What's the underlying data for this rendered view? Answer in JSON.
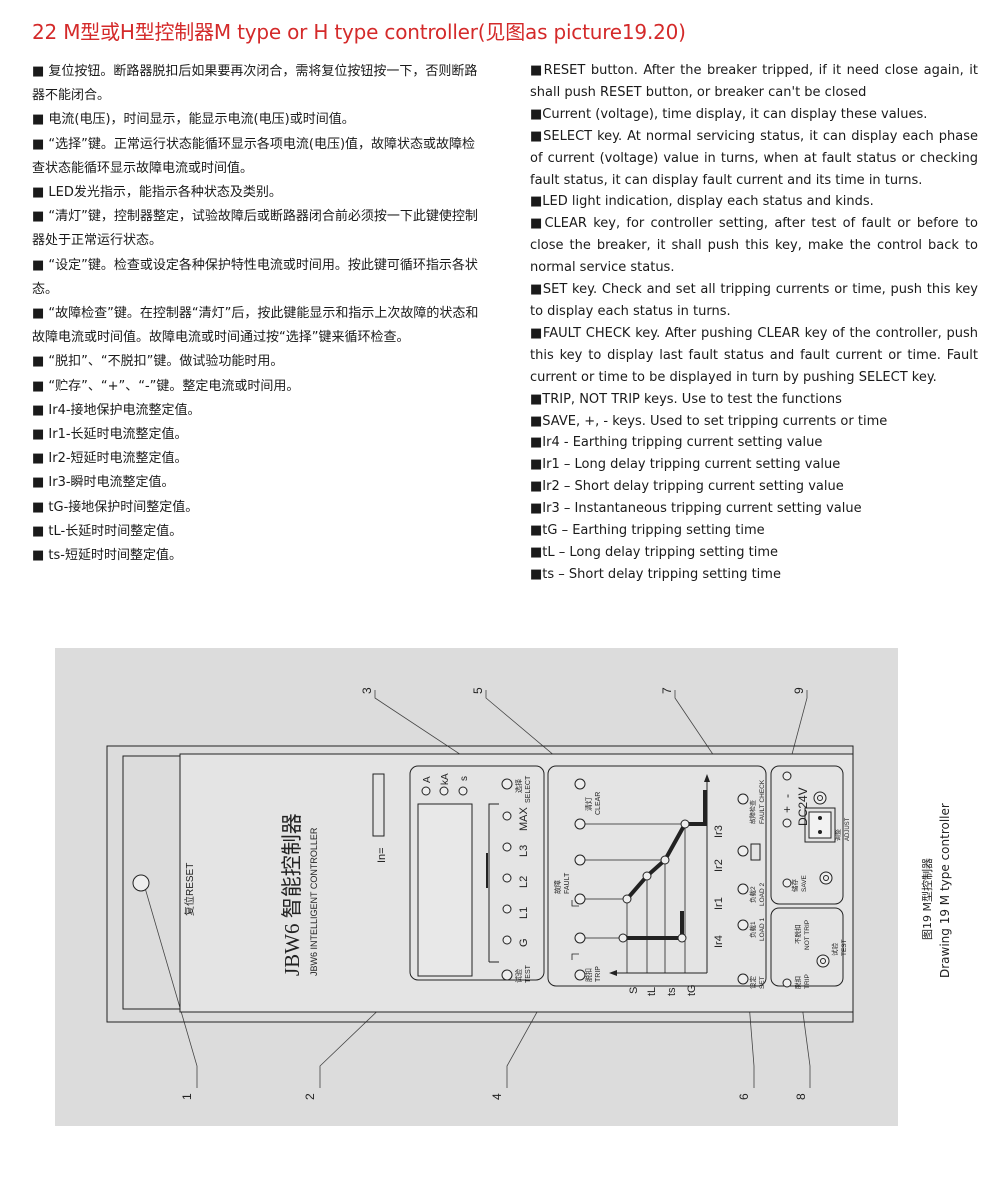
{
  "title": "22  M型或H型控制器M type or H type controller(见图as picture19.20)",
  "chinese_items": [
    "■ 复位按钮。断路器脱扣后如果要再次闭合，需将复位按钮按一下，否则断路器不能闭合。",
    "■ 电流(电压)，时间显示，能显示电流(电压)或时间值。",
    "■ “选择”键。正常运行状态能循环显示各项电流(电压)值，故障状态或故障检查状态能循环显示故障电流或时间值。",
    "■ LED发光指示，能指示各种状态及类别。",
    "■ “清灯”键，控制器整定，试验故障后或断路器闭合前必须按一下此键使控制器处于正常运行状态。",
    "■ “设定”键。检查或设定各种保护特性电流或时间用。按此键可循环指示各状态。",
    "■ “故障检查”键。在控制器“清灯”后，按此键能显示和指示上次故障的状态和故障电流或时间值。故障电流或时间通过按“选择”键来循环检查。",
    "■ “脱扣”、“不脱扣”键。做试验功能时用。",
    "■ “贮存”、“+”、“-”键。整定电流或时间用。",
    "■ Ir4-接地保护电流整定值。",
    "■ Ir1-长延时电流整定值。",
    "■ Ir2-短延时电流整定值。",
    "■ Ir3-瞬时电流整定值。",
    "■ tG-接地保护时间整定值。",
    "■ tL-长延时时间整定值。",
    "■ ts-短延时时间整定值。"
  ],
  "english_items": [
    "■RESET button. After the breaker tripped, if it need close again, it shall push RESET button, or breaker can't be closed",
    "■Current (voltage), time display, it can display these values.",
    "■SELECT key. At normal servicing status, it can display each phase of current (voltage) value in turns, when at fault status or checking fault status, it can display fault current and its time in turns.",
    "■LED light indication, display each status and kinds.",
    "■CLEAR key, for controller setting, after test of fault or before to close the breaker, it shall push this key, make the control back to normal service status.",
    "■SET key. Check and set all tripping currents or time, push this key to display each status in turns.",
    "■FAULT CHECK key. After pushing CLEAR key of the controller, push this key to display last fault status and fault current or time. Fault current or time to be displayed in turn by pushing SELECT key.",
    "■TRIP, NOT TRIP keys. Use to test the functions",
    "■SAVE, +, - keys. Used to set tripping currents or time",
    "■Ir4 - Earthing tripping current setting value",
    "■Ir1 – Long delay tripping current setting value",
    "■Ir2 – Short delay tripping current setting value",
    "■Ir3 – Instantaneous tripping current setting value",
    "■tG – Earthing tripping setting time",
    "■tL – Long delay tripping setting time",
    "■ts – Short delay tripping setting time"
  ],
  "drawing": {
    "callouts": [
      "1",
      "2",
      "3",
      "4",
      "5",
      "6",
      "7",
      "8",
      "9"
    ],
    "reset_label": "复位RESET",
    "brand_cn": "JBW6 智能控制器",
    "brand_en": "JBW6 INTELLIGENT CONTROLLER",
    "in_label": "In=",
    "unit_labels": [
      "A",
      "kA",
      "s"
    ],
    "select_cn": "选择",
    "select_en": "SELECT",
    "phase_labels": [
      "MAX",
      "L3",
      "L2",
      "L1",
      "G"
    ],
    "test_cn": "试验",
    "test_en": "TEST",
    "clear_cn": "清灯",
    "clear_en": "CLEAR",
    "fault_cn": "故障",
    "fault_en": "FAULT",
    "trip_cn": "脱扣",
    "trip_en": "TRIP",
    "time_labels": [
      "S",
      "tL",
      "ts",
      "tG"
    ],
    "current_labels": [
      "Ir3",
      "Ir2",
      "Ir1",
      "Ir4"
    ],
    "fault_check_cn": "故障检查",
    "fault_check_en": "FAULT CHECK",
    "load2_cn": "负载2",
    "load2_en": "LOAD 2",
    "load1_cn": "负载1",
    "load1_en": "LOAD 1",
    "set_cn": "设定",
    "set_en": "SET",
    "plus": "+",
    "minus": "-",
    "dc24v": "DC24V",
    "adjust_cn": "调整",
    "adjust_en": "ADJUST",
    "save_cn": "储存",
    "save_en": "SAVE",
    "not_trip_cn": "不脱扣",
    "not_trip_en": "NOT TRIP",
    "test2_cn": "试验",
    "test2_en": "TEST",
    "trip2_cn": "脱扣",
    "trip2_en": "TRIP"
  },
  "caption_cn": "图19  M型控制器",
  "caption_en": "Drawing 19 M type controller"
}
